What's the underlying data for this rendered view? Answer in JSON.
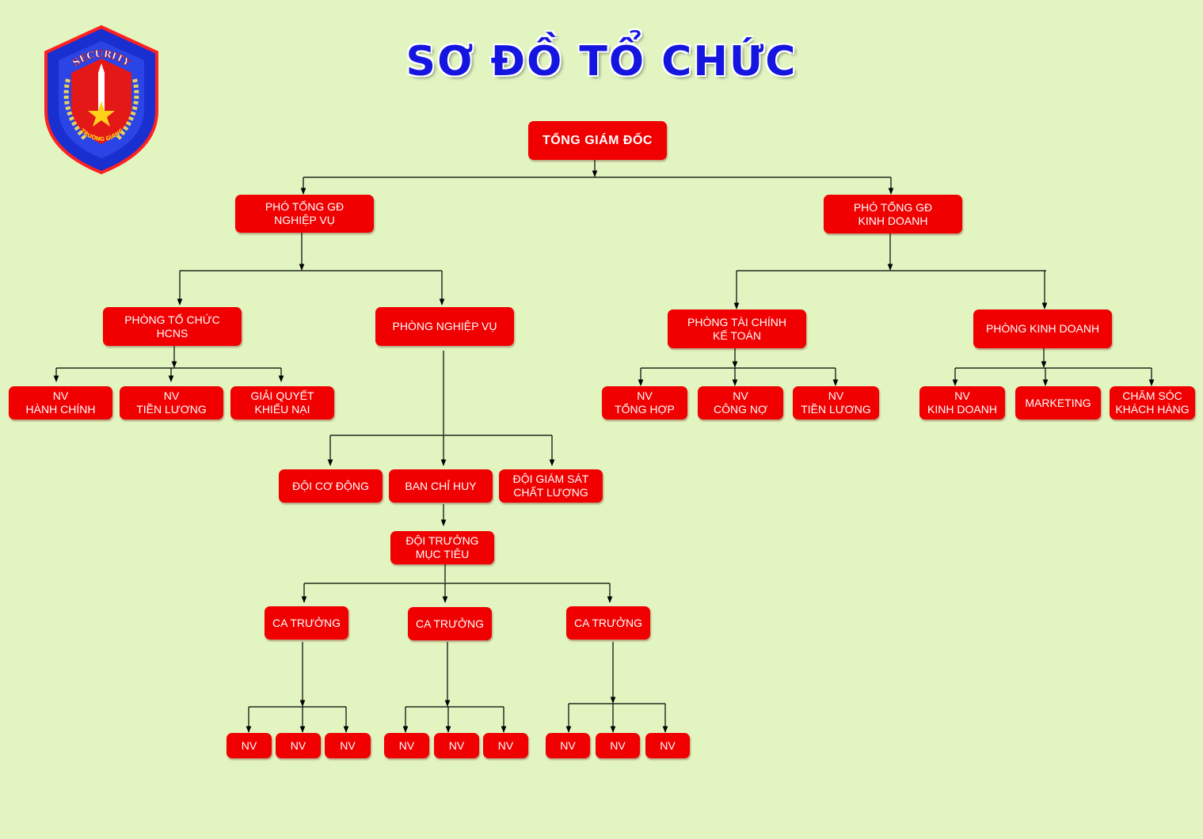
{
  "title": "SƠ ĐỒ TỔ CHỨC",
  "logo": {
    "top_text": "SECURITY",
    "bottom_text": "TRƯỜNG GIANG",
    "icon": "security-shield-logo"
  },
  "colors": {
    "background": "#e2f5c1",
    "box": "#f00000",
    "box_text": "#ffffff",
    "title": "#1515e0",
    "line": "#000000"
  },
  "nodes": {
    "ceo": "TỔNG GIÁM ĐỐC",
    "vp_ops": "PHÓ TỔNG GĐ\nNGHIỆP VỤ",
    "vp_biz": "PHÓ TỔNG GĐ\nKINH DOANH",
    "dept_hr": "PHÒNG TỔ CHỨC\nHCNS",
    "dept_ops": "PHÒNG NGHIỆP VỤ",
    "dept_fin": "PHÒNG TÀI CHÍNH\nKẾ TOÁN",
    "dept_sales": "PHÒNG KINH DOANH",
    "hr_admin": "NV\nHÀNH CHÍNH",
    "hr_payroll": "NV\nTIỀN LƯƠNG",
    "hr_complaints": "GIẢI QUYẾT\nKHIẾU NẠI",
    "fin_general": "NV\nTỔNG HỢP",
    "fin_debt": "NV\nCÔNG NỢ",
    "fin_payroll": "NV\nTIỀN LƯƠNG",
    "sales_staff": "NV\nKINH DOANH",
    "sales_marketing": "MARKETING",
    "sales_care": "CHĂM SÓC\nKHÁCH HÀNG",
    "mobile_team": "ĐỘI CƠ ĐỘNG",
    "command": "BAN CHỈ HUY",
    "quality_team": "ĐỘI GIÁM SÁT\nCHẤT LƯỢNG",
    "site_leader": "ĐỘI TRƯỞNG\nMỤC TIÊU",
    "shift1": "CA TRƯỞNG",
    "shift2": "CA TRƯỞNG",
    "shift3": "CA TRƯỞNG",
    "staff": [
      "NV",
      "NV",
      "NV",
      "NV",
      "NV",
      "NV",
      "NV",
      "NV",
      "NV"
    ]
  }
}
